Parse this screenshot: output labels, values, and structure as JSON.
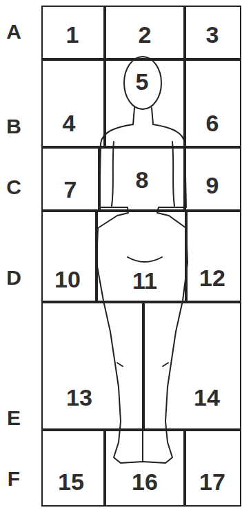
{
  "diagram": {
    "nodes": [
      {
        "text": [
          "1"
        ]
      },
      {
        "text": [
          "2"
        ]
      },
      {
        "text": [
          "3"
        ]
      },
      {
        "text": [
          "4"
        ]
      },
      {
        "text": [
          "5"
        ]
      },
      {
        "text": [
          "6"
        ]
      },
      {
        "text": [
          "7"
        ]
      },
      {
        "text": [
          "8"
        ]
      },
      {
        "text": [
          "9"
        ]
      },
      {
        "text": [
          "10"
        ]
      },
      {
        "text": [
          "11"
        ]
      },
      {
        "text": [
          "12"
        ]
      },
      {
        "text": [
          "13"
        ]
      },
      {
        "text": [
          "14"
        ]
      },
      {
        "text": [
          "15"
        ]
      },
      {
        "text": [
          "16"
        ]
      },
      {
        "text": [
          "17"
        ]
      }
    ],
    "labels": [
      "A",
      "B",
      "C",
      "D",
      "E",
      "F"
    ]
  }
}
